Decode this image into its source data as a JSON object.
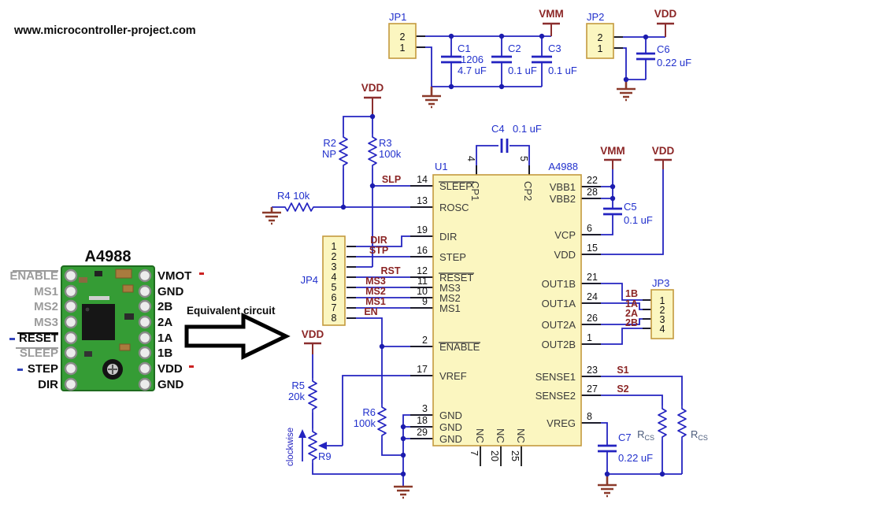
{
  "watermark": "www.microcontroller-project.com",
  "annotations": {
    "equivalent_circuit": "Equivalent circuit",
    "clockwise": "clockwise"
  },
  "colors": {
    "wire_blue": "#2323c0",
    "label_blue": "#2130cc",
    "net_red": "#8b2525",
    "ground_rust": "#8b3a2a",
    "chip_fill": "#fbf6c0",
    "chip_stroke": "#c49a3e",
    "pcb_green": "#359c35"
  },
  "ic": {
    "ref": "U1",
    "part": "A4988",
    "left_pins": [
      {
        "num": "14",
        "name": "SLEEP"
      },
      {
        "num": "13",
        "name": "ROSC"
      },
      {
        "num": "19",
        "name": "DIR"
      },
      {
        "num": "16",
        "name": "STEP"
      },
      {
        "num": "12",
        "name": "RESET"
      },
      {
        "num": "11",
        "name": "MS3"
      },
      {
        "num": "10",
        "name": "MS2"
      },
      {
        "num": "9",
        "name": "MS1"
      },
      {
        "num": "2",
        "name": "ENABLE"
      },
      {
        "num": "17",
        "name": "VREF"
      },
      {
        "num": "3",
        "name": "GND"
      },
      {
        "num": "18",
        "name": "GND"
      },
      {
        "num": "29",
        "name": "GND"
      }
    ],
    "right_pins": [
      {
        "num": "22",
        "name": "VBB1"
      },
      {
        "num": "28",
        "name": "VBB2"
      },
      {
        "num": "6",
        "name": "VCP"
      },
      {
        "num": "15",
        "name": "VDD"
      },
      {
        "num": "21",
        "name": "OUT1B"
      },
      {
        "num": "24",
        "name": "OUT1A"
      },
      {
        "num": "26",
        "name": "OUT2A"
      },
      {
        "num": "1",
        "name": "OUT2B"
      },
      {
        "num": "23",
        "name": "SENSE1"
      },
      {
        "num": "27",
        "name": "SENSE2"
      },
      {
        "num": "8",
        "name": "VREG"
      }
    ],
    "top_pins": [
      {
        "num": "4",
        "name": "CP1"
      },
      {
        "num": "5",
        "name": "CP2"
      }
    ],
    "bottom_pins": [
      {
        "num": "7",
        "name": "NC"
      },
      {
        "num": "20",
        "name": "NC"
      },
      {
        "num": "25",
        "name": "NC"
      }
    ]
  },
  "connectors": {
    "jp1": {
      "ref": "JP1",
      "pins": [
        "2",
        "1"
      ]
    },
    "jp2": {
      "ref": "JP2",
      "pins": [
        "2",
        "1"
      ]
    },
    "jp3": {
      "ref": "JP3",
      "pins": [
        "1",
        "2",
        "3",
        "4"
      ],
      "nets": [
        "1B",
        "1A",
        "2A",
        "2B"
      ]
    },
    "jp4": {
      "ref": "JP4",
      "pins": [
        "1",
        "2",
        "3",
        "4",
        "5",
        "6",
        "7",
        "8"
      ],
      "nets": [
        "DIR",
        "STP",
        "RST",
        "MS3",
        "MS2",
        "MS1",
        "EN"
      ]
    }
  },
  "capacitors": {
    "c1": {
      "ref": "C1",
      "size": "1206",
      "value": "4.7 uF"
    },
    "c2": {
      "ref": "C2",
      "value": "0.1 uF"
    },
    "c3": {
      "ref": "C3",
      "value": "0.1 uF"
    },
    "c4": {
      "ref": "C4",
      "value": "0.1 uF"
    },
    "c5": {
      "ref": "C5",
      "value": "0.1 uF"
    },
    "c6": {
      "ref": "C6",
      "value": "0.22 uF"
    },
    "c7": {
      "ref": "C7",
      "value": "0.22 uF"
    }
  },
  "resistors": {
    "r2": {
      "ref": "R2",
      "value": "NP"
    },
    "r3": {
      "ref": "R3",
      "value": "100k"
    },
    "r4": {
      "label": "R4 10k"
    },
    "r5": {
      "ref": "R5",
      "value": "20k"
    },
    "r6": {
      "ref": "R6",
      "value": "100k"
    },
    "r9": {
      "ref": "R9"
    },
    "rcs": {
      "base": "R",
      "sub": "CS"
    }
  },
  "power": {
    "vdd": "VDD",
    "vmm": "VMM"
  },
  "nets": {
    "slp": "SLP",
    "s1": "S1",
    "s2": "S2"
  },
  "photo": {
    "title": "A4988",
    "left_pins": [
      {
        "label": "ENABLE"
      },
      {
        "label": "MS1"
      },
      {
        "label": "MS2"
      },
      {
        "label": "MS3"
      },
      {
        "label": "RESET"
      },
      {
        "label": "SLEEP"
      },
      {
        "label": "STEP"
      },
      {
        "label": "DIR"
      }
    ],
    "right_pins": [
      "VMOT",
      "GND",
      "2B",
      "2A",
      "1A",
      "1B",
      "VDD",
      "GND"
    ]
  }
}
